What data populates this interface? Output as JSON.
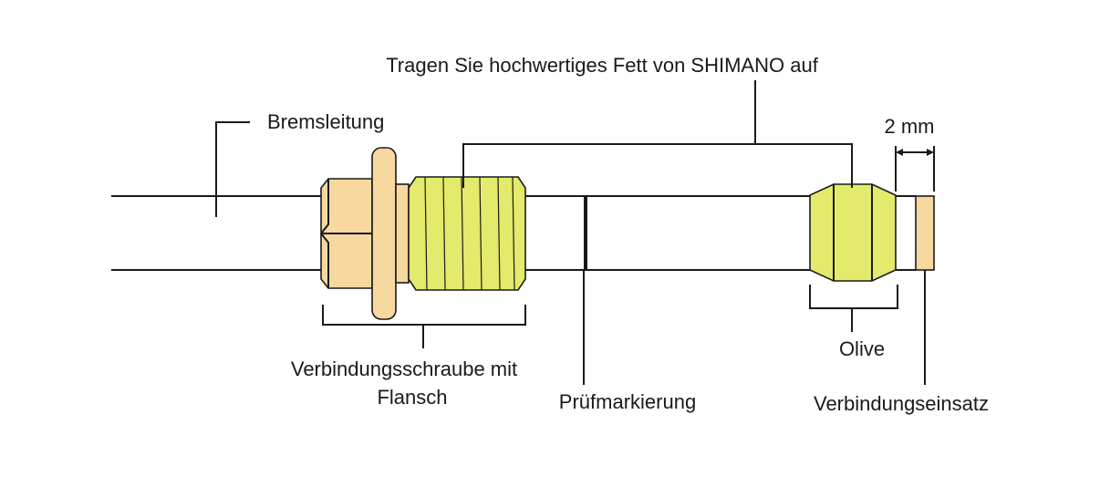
{
  "labels": {
    "grease": "Tragen Sie hochwertiges Fett von SHIMANO auf",
    "brake_line": "Bremsleitung",
    "gap": "2 mm",
    "bolt_line1": "Verbindungsschraube mit",
    "bolt_line2": "Flansch",
    "check_mark": "Prüfmarkierung",
    "olive": "Olive",
    "insert": "Verbindungseinsatz"
  },
  "colors": {
    "line": "#1a1a1a",
    "bolt_fill": "#f7d9a0",
    "thread_fill": "#e3ea6c",
    "olive_fill": "#e3ea6c",
    "insert_fill": "#f7d9a0"
  }
}
